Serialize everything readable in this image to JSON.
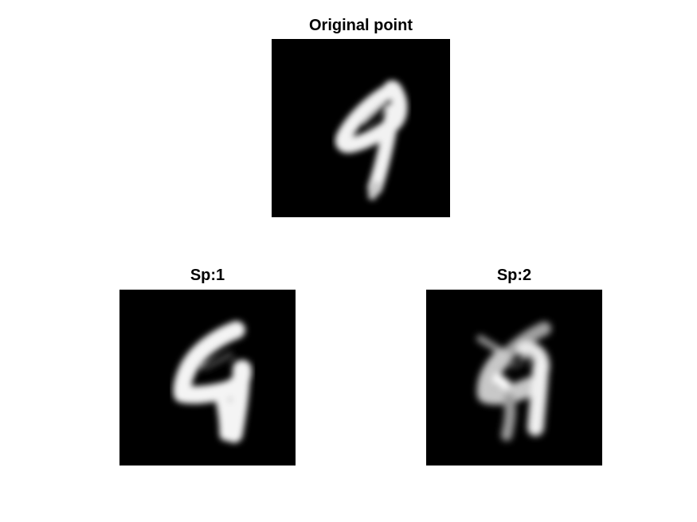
{
  "panels": {
    "original": {
      "title": "Original point"
    },
    "sp1": {
      "title": "Sp:1"
    },
    "sp2": {
      "title": "Sp:2"
    }
  },
  "colors": {
    "background": "#ffffff",
    "image_background": "#000000",
    "digit": "#f2f2f2"
  }
}
